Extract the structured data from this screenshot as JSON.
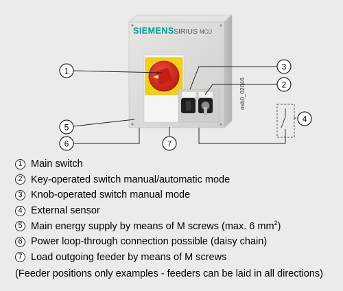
{
  "product": {
    "brand": "SIEMENS",
    "model_prefix": "SIRIUS",
    "model_suffix": "MCU",
    "drawing_id": "nsb0_02046"
  },
  "callouts": [
    "1",
    "2",
    "3",
    "4",
    "5",
    "6",
    "7"
  ],
  "legend": [
    {
      "num": "1",
      "text": "Main switch"
    },
    {
      "num": "2",
      "text": "Key-operated switch manual/automatic mode"
    },
    {
      "num": "3",
      "text": "Knob-operated switch manual mode"
    },
    {
      "num": "4",
      "text": "External sensor"
    },
    {
      "num": "5",
      "text_before": "Main energy supply by means of M screws (max. 6 mm",
      "superscript": "2",
      "text_after": ")"
    },
    {
      "num": "6",
      "text": "Power loop-through connection possible (daisy chain)"
    },
    {
      "num": "7",
      "text": "Load outgoing feeder by means of M screws"
    }
  ],
  "note": "(Feeder positions only examples - feeders can be laid in all directions)",
  "colors": {
    "background": "#ebebeb",
    "enclosure": "#d7d7d5",
    "brand": "#009999",
    "switch_red": "#d4261b",
    "switch_yellow": "#f2cf1a"
  }
}
